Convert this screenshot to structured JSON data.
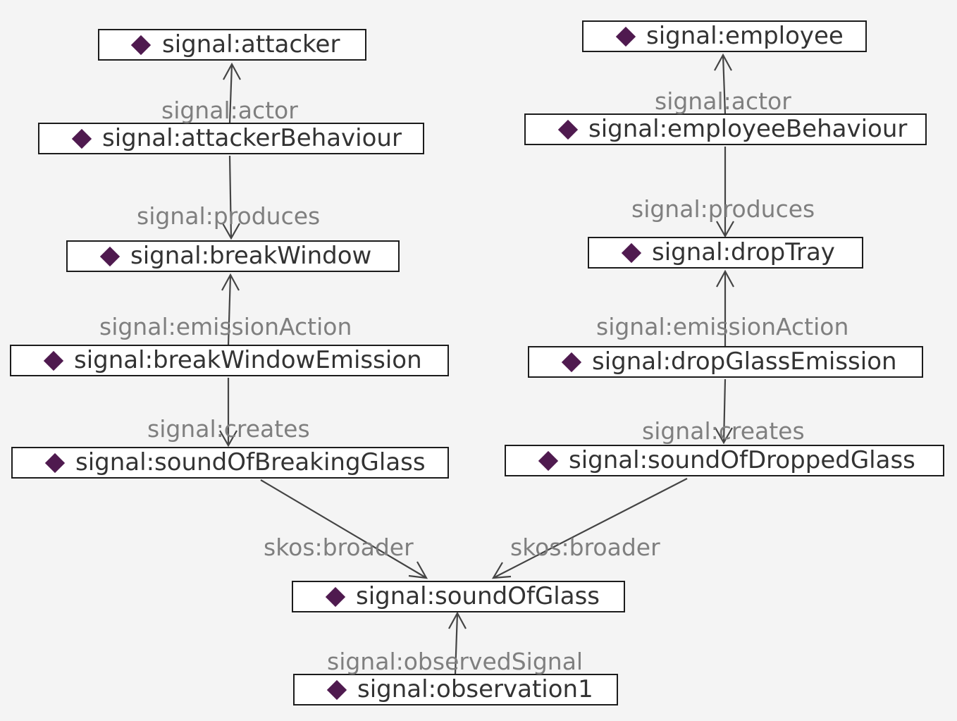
{
  "colors": {
    "background": "#f4f4f4",
    "node_fill": "#ffffff",
    "node_border": "#1c1c1c",
    "node_text": "#333333",
    "instance_marker": "#4f1a4f",
    "edge_line": "#444444",
    "edge_label": "#7f7f7f"
  },
  "icon": "diamond-icon",
  "nodes": {
    "attacker": "signal:attacker",
    "attacker_behaviour": "signal:attackerBehaviour",
    "break_window": "signal:breakWindow",
    "break_window_emission": "signal:breakWindowEmission",
    "sound_of_breaking_glass": "signal:soundOfBreakingGlass",
    "employee": "signal:employee",
    "employee_behaviour": "signal:employeeBehaviour",
    "drop_tray": "signal:dropTray",
    "drop_glass_emission": "signal:dropGlassEmission",
    "sound_of_dropped_glass": "signal:soundOfDroppedGlass",
    "sound_of_glass": "signal:soundOfGlass",
    "observation1": "signal:observation1"
  },
  "edges": {
    "attacker_actor": "signal:actor",
    "attacker_produces": "signal:produces",
    "break_window_emission_action": "signal:emissionAction",
    "break_window_creates": "signal:creates",
    "employee_actor": "signal:actor",
    "employee_produces": "signal:produces",
    "drop_tray_emission_action": "signal:emissionAction",
    "drop_glass_creates": "signal:creates",
    "breaking_glass_broader": "skos:broader",
    "dropped_glass_broader": "skos:broader",
    "observed_signal": "signal:observedSignal"
  }
}
